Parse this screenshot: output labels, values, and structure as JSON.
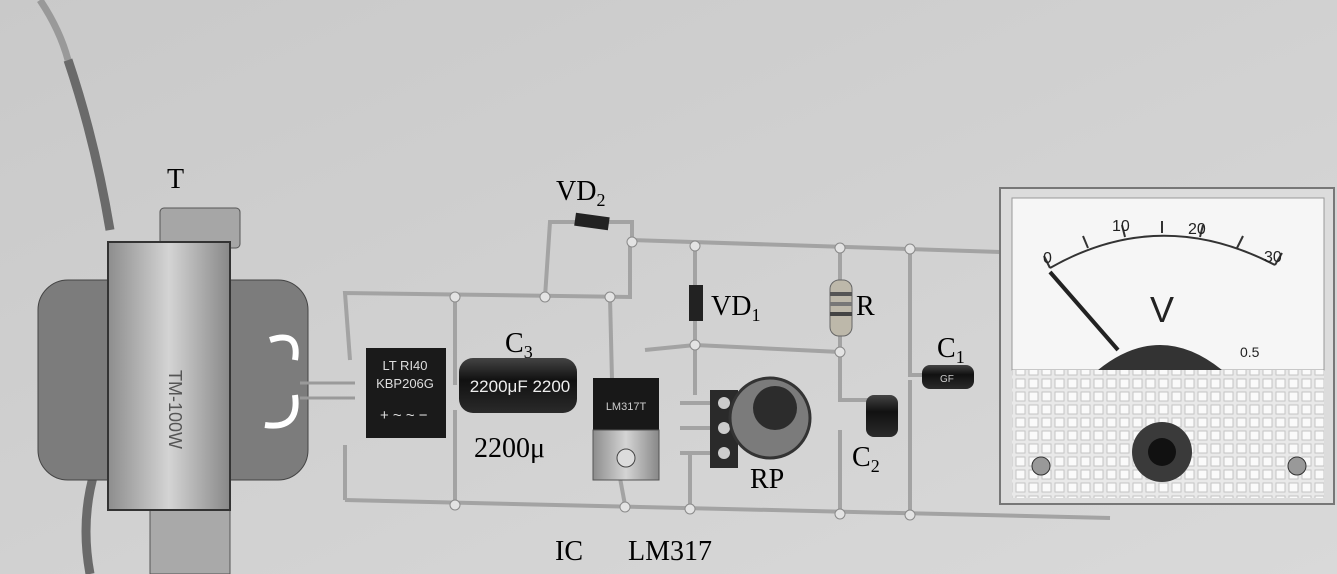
{
  "labels": {
    "transformer": "T",
    "diode2_base": "VD",
    "diode2_sub": "2",
    "diode1_base": "VD",
    "diode1_sub": "1",
    "resistor": "R",
    "cap3_base": "C",
    "cap3_sub": "3",
    "cap3_value": "2200μ",
    "cap1_base": "C",
    "cap1_sub": "1",
    "cap2_base": "C",
    "cap2_sub": "2",
    "potentiometer": "RP",
    "ic": "IC",
    "ic_model": "LM317"
  },
  "component_markings": {
    "bridge_line1": "LT RI40",
    "bridge_line2": "KBP206G",
    "capacitor_big": "2200μF 2200",
    "ic_body": "LM317T",
    "small_cap": "GF"
  },
  "voltmeter": {
    "scale": [
      "0",
      "10",
      "20",
      "30"
    ],
    "unit": "V",
    "class": "0.5"
  },
  "colors": {
    "background": "#cfcfcf",
    "metal": "#b9b9b9",
    "dark": "#1c1c1c",
    "meter_face": "#f3f3f3"
  }
}
